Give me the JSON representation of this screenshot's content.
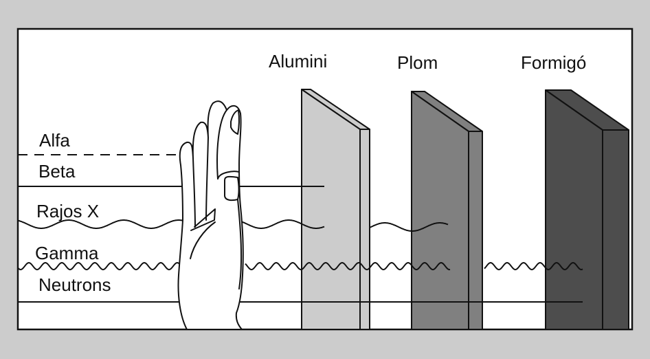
{
  "diagram": {
    "background_color": "#cccccc",
    "radiation_types": [
      {
        "label": "Alfa",
        "line_style": "dashed"
      },
      {
        "label": "Beta",
        "line_style": "straight"
      },
      {
        "label": "Rajos X",
        "line_style": "long-wave"
      },
      {
        "label": "Gamma",
        "line_style": "short-wave"
      },
      {
        "label": "Neutrons",
        "line_style": "straight"
      }
    ],
    "barriers": [
      {
        "label": "Alumini",
        "color": "#cccccc"
      },
      {
        "label": "Plom",
        "color": "#808080"
      },
      {
        "label": "Formigó",
        "color": "#4d4d4d"
      }
    ],
    "hand": {
      "icon": "hand-icon"
    }
  }
}
